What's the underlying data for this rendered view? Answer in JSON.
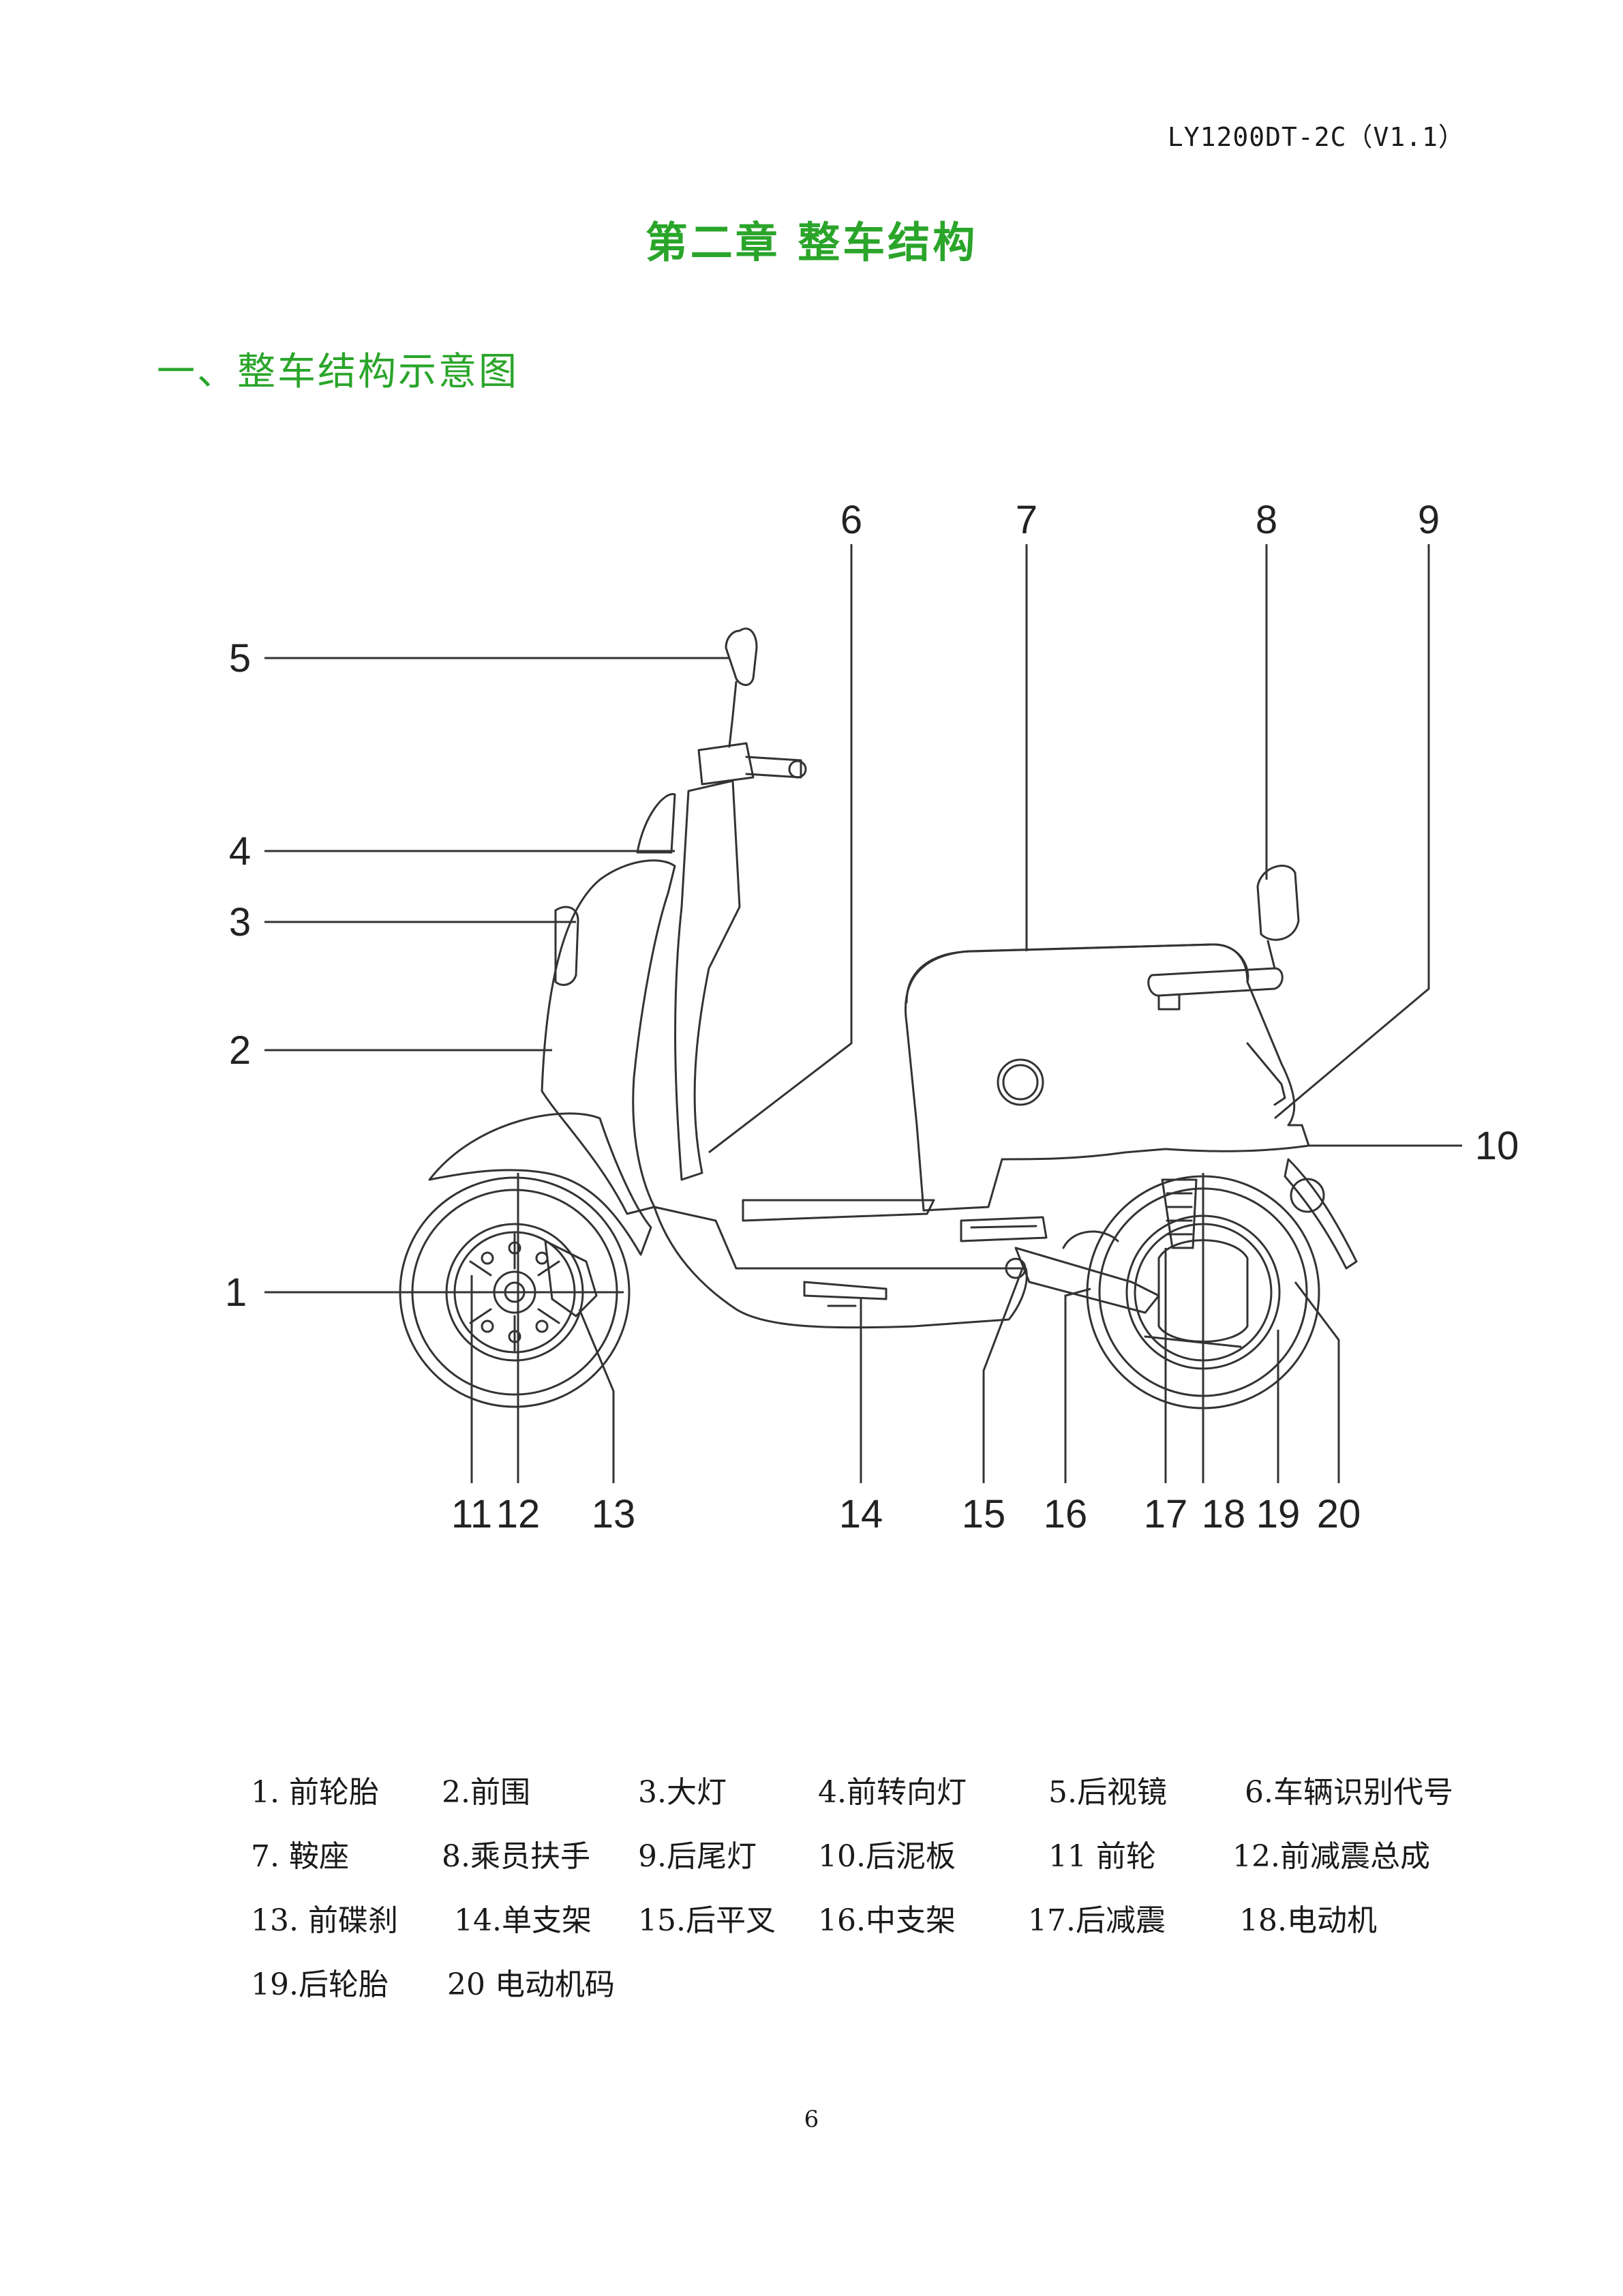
{
  "header": {
    "doc_code": "LY1200DT-2C（V1.1）"
  },
  "chapter_title": "第二章 整车结构",
  "section_title": "一、整车结构示意图",
  "diagram": {
    "callouts": [
      "1",
      "2",
      "3",
      "4",
      "5",
      "6",
      "7",
      "8",
      "9",
      "10",
      "11",
      "12",
      "13",
      "14",
      "15",
      "16",
      "17",
      "18",
      "19",
      "20"
    ]
  },
  "legend": [
    [
      "1. 前轮胎",
      "2.前围",
      "3.大灯",
      "4.前转向灯",
      "5.后视镜",
      "6.车辆识别代号"
    ],
    [
      "7. 鞍座",
      "8.乘员扶手",
      "9.后尾灯",
      "10.后泥板",
      "11 前轮",
      "12.前减震总成"
    ],
    [
      "13. 前碟刹",
      "14.单支架",
      "15.后平叉",
      "16.中支架",
      "17.后减震",
      "18.电动机"
    ],
    [
      "19.后轮胎",
      "20 电动机码"
    ]
  ],
  "page_number": "6"
}
